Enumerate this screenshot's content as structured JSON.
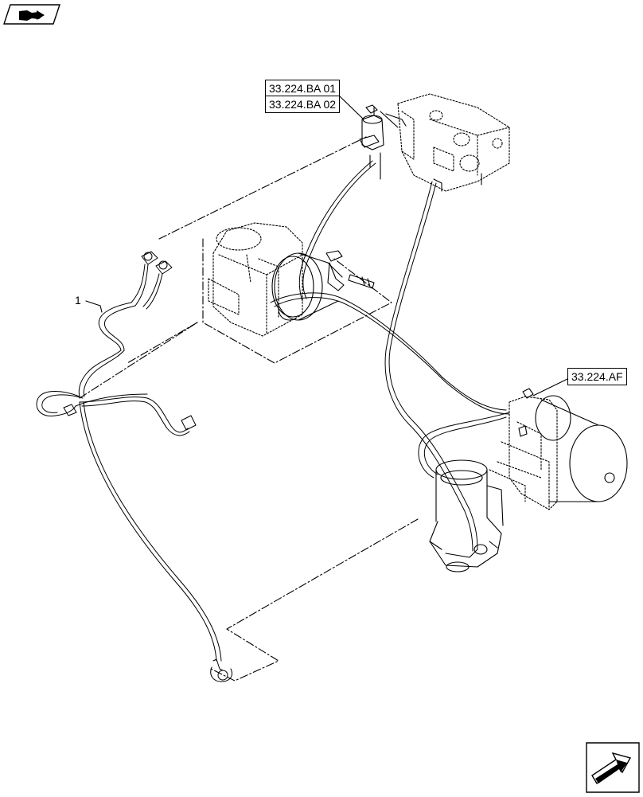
{
  "refs": {
    "ba01": "33.224.BA 01",
    "ba02": "33.224.BA 02",
    "af": "33.224.AF"
  },
  "callouts": {
    "item1": "1"
  },
  "icons": {
    "top_left": "book-arrow-icon",
    "bottom_right": "next-page-arrow-icon"
  }
}
